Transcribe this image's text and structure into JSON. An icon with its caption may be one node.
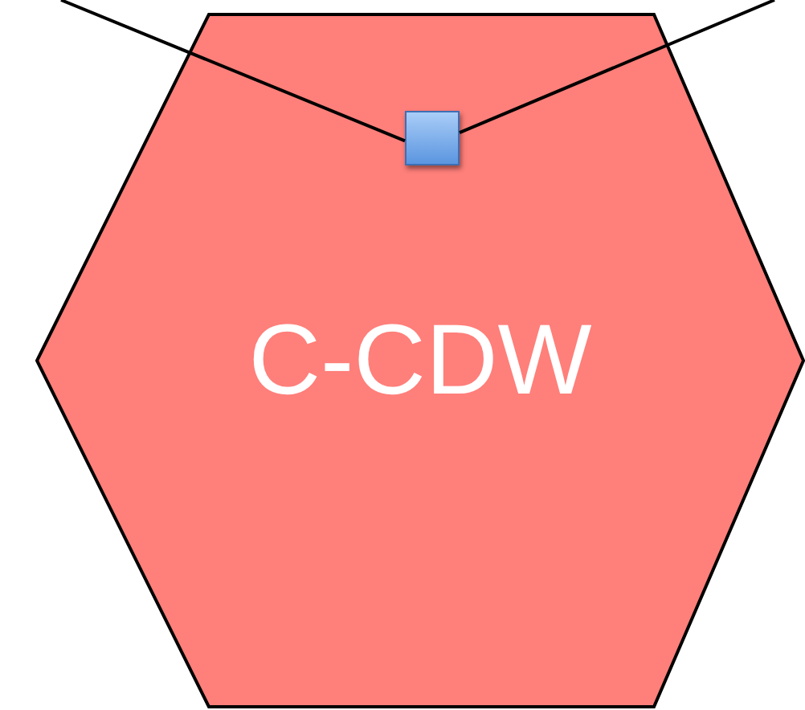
{
  "diagram": {
    "nodes": [
      {
        "text": [
          "C-CDW"
        ]
      },
      {
        "text": [],
        "shape": "box",
        "in": 0
      }
    ],
    "edges": [
      {
        "from": null,
        "to": 1,
        "arrow": "none"
      },
      {
        "from": 1,
        "to": null,
        "arrow": "none"
      }
    ]
  }
}
